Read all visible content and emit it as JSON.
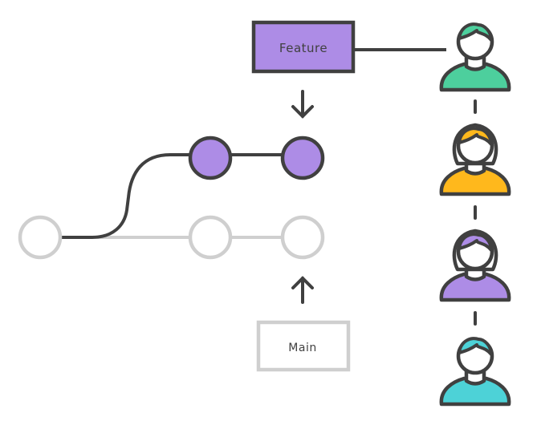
{
  "labels": {
    "feature": "Feature",
    "main": "Main"
  },
  "colors": {
    "stroke_dark": "#404040",
    "stroke_light": "#cfcfcf",
    "feature_fill": "#ad8ce6",
    "main_fill": "#ffffff",
    "text": "#404040",
    "avatar_1": "#4dcf9d",
    "avatar_2": "#ffb81c",
    "avatar_3": "#ad8ce6",
    "avatar_4": "#4dd2d7"
  },
  "branches": {
    "main": {
      "commits": 3,
      "label": "Main"
    },
    "feature": {
      "commits": 2,
      "label": "Feature"
    }
  },
  "developers": [
    {
      "name": "developer-1",
      "style": "short-hair",
      "color": "#4dcf9d"
    },
    {
      "name": "developer-2",
      "style": "bob-hair",
      "color": "#ffb81c"
    },
    {
      "name": "developer-3",
      "style": "bob-hair",
      "color": "#ad8ce6"
    },
    {
      "name": "developer-4",
      "style": "short-hair",
      "color": "#4dd2d7"
    }
  ]
}
